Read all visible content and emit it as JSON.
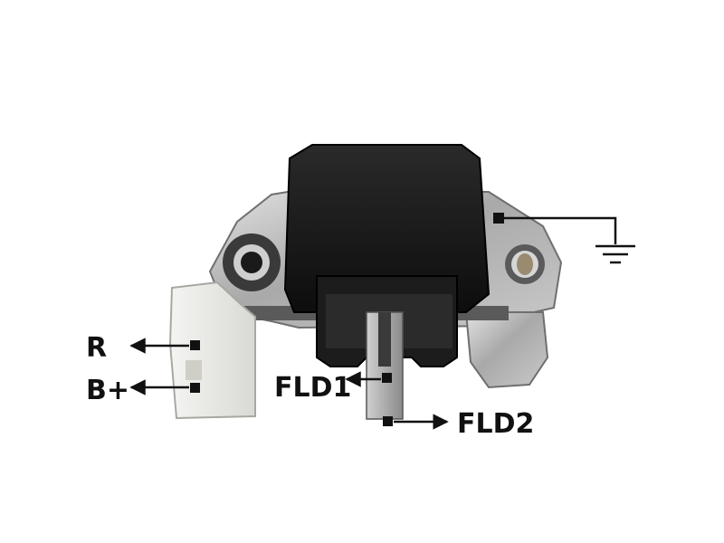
{
  "diagram": {
    "labels": {
      "r": "R",
      "b_plus": "B+",
      "fld1": "FLD1",
      "fld2": "FLD2"
    },
    "ground_icon": "ground-symbol-icon",
    "colors": {
      "background": "#ffffff",
      "ink": "#111111",
      "regulator_body": "#151515",
      "metal": "#b8b8b8",
      "connector_plug": "#e8e8e4"
    }
  }
}
